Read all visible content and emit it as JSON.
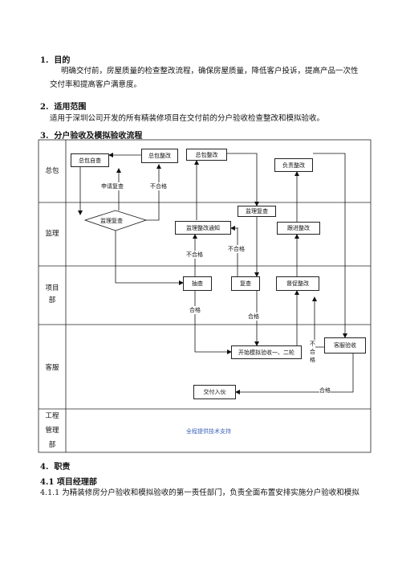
{
  "section1": {
    "number": "1.",
    "title": "目的",
    "text_line1": "明确交付前，房屋质量的检查整改流程，确保房屋质量，降低客户投诉，提高产品一次性",
    "text_line2": "交付率和提高客户满意度。"
  },
  "section2": {
    "number": "2.",
    "title": "适用范围",
    "text": "适用于深圳公司开发的所有精装修项目在交付前的分户验收检查整改和模拟验收。"
  },
  "section3": {
    "number": "3.",
    "title": "分户验收及模拟验收流程"
  },
  "lanes": {
    "zongbao": "总包",
    "jianli": "监理",
    "xiangmu_1": "项目",
    "xiangmu_2": "部",
    "kefu": "客服",
    "gc_1": "工程",
    "gc_2": "管理",
    "gc_3": "部"
  },
  "boxes": {
    "zongbao_zijian": "总包自查",
    "zongbao_zhenggai_1": "总包整改",
    "zongbao_zhenggai_2": "总包整改",
    "fuze_zhenggai": "负责整改",
    "jianli_fucha_diamond": "监理复查",
    "jianli_zhenggai_tongzhi": "监理整改通知",
    "jianli_fucha": "监理复查",
    "genjin_zhenggai": "跟进整改",
    "choucha": "抽查",
    "fucha": "复查",
    "ducu_zhenggai": "督促整改",
    "kaizhan_moni": "开始模拟验收一、二轮",
    "kefu_yanshou": "客服验收",
    "jiaofu_ruhuo": "交付入伙"
  },
  "labels": {
    "shenqing_fucha": "申请复查",
    "buhege_1": "不合格",
    "buhege_2": "不合格",
    "buhege_3": "不合格",
    "hege_1": "合格",
    "hege_2": "合格",
    "hege_3": "合格",
    "buhege_v": [
      "不",
      "合",
      "格"
    ]
  },
  "support_text": "全程提供技术支持",
  "section4": {
    "number": "4.",
    "title": "职责"
  },
  "section41": {
    "title": "4.1 项目经理部"
  },
  "section411": {
    "text": "4.1.1 为精装修房分户验收和模拟验收的第一责任部门，负责全面布置安排实施分户验收和模拟"
  }
}
